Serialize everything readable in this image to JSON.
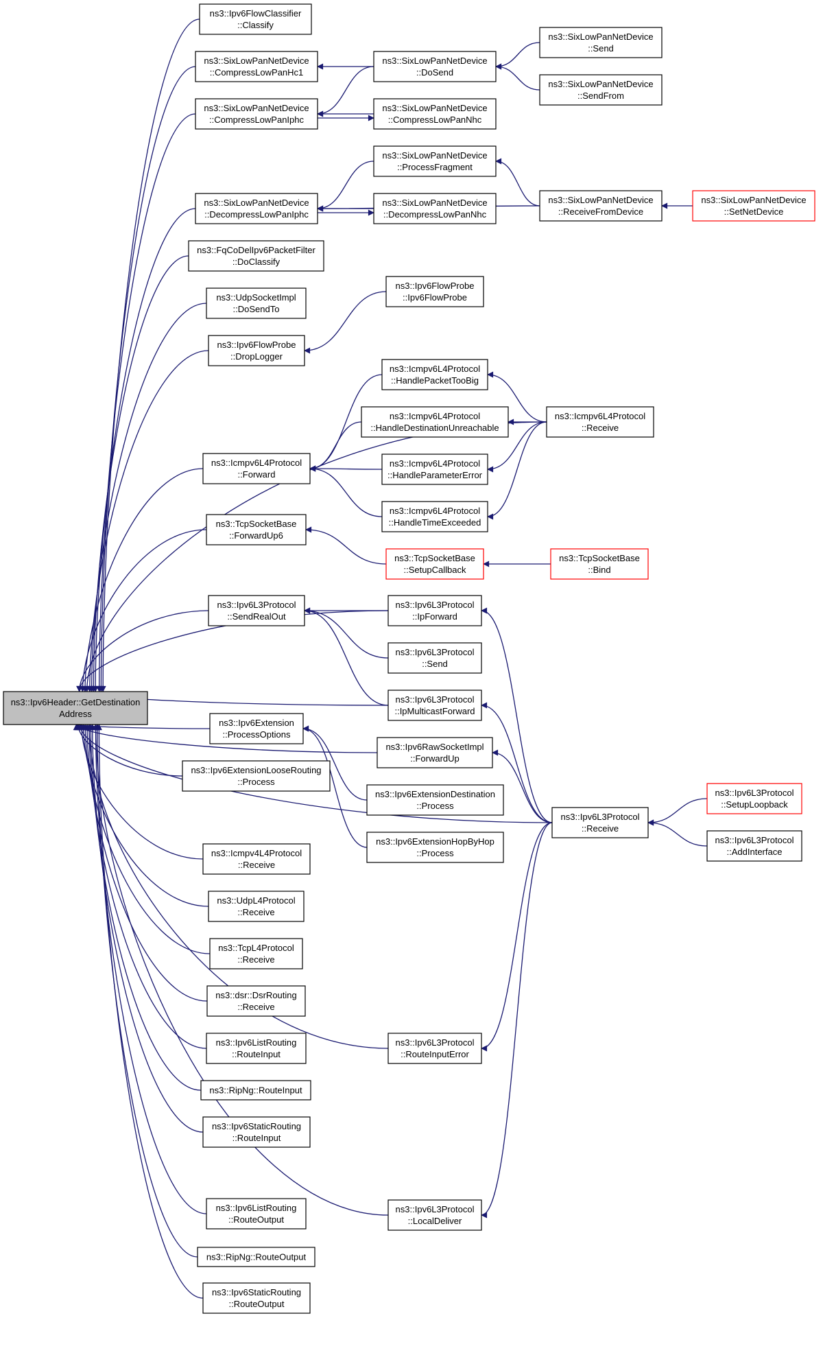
{
  "colors": {
    "edge": "#191970",
    "root_fill": "#bfbfbf",
    "node_border": "#000000",
    "truncated_border": "#ff0000"
  },
  "nodes": [
    {
      "id": "root",
      "lines": [
        "ns3::Ipv6Header::GetDestination",
        "Address"
      ],
      "root": true
    },
    {
      "id": "flowcls",
      "lines": [
        "ns3::Ipv6FlowClassifier",
        "::Classify"
      ]
    },
    {
      "id": "comphc1",
      "lines": [
        "ns3::SixLowPanNetDevice",
        "::CompressLowPanHc1"
      ]
    },
    {
      "id": "compiphc",
      "lines": [
        "ns3::SixLowPanNetDevice",
        "::CompressLowPanIphc"
      ]
    },
    {
      "id": "decompiphc",
      "lines": [
        "ns3::SixLowPanNetDevice",
        "::DecompressLowPanIphc"
      ]
    },
    {
      "id": "fqcodel",
      "lines": [
        "ns3::FqCoDelIpv6PacketFilter",
        "::DoClassify"
      ]
    },
    {
      "id": "udpdosend",
      "lines": [
        "ns3::UdpSocketImpl",
        "::DoSendTo"
      ]
    },
    {
      "id": "droplogger",
      "lines": [
        "ns3::Ipv6FlowProbe",
        "::DropLogger"
      ]
    },
    {
      "id": "icmpfwd",
      "lines": [
        "ns3::Icmpv6L4Protocol",
        "::Forward"
      ]
    },
    {
      "id": "fwdup6",
      "lines": [
        "ns3::TcpSocketBase",
        "::ForwardUp6"
      ]
    },
    {
      "id": "sendrealout",
      "lines": [
        "ns3::Ipv6L3Protocol",
        "::SendRealOut"
      ]
    },
    {
      "id": "procopts",
      "lines": [
        "ns3::Ipv6Extension",
        "::ProcessOptions"
      ]
    },
    {
      "id": "looserouting",
      "lines": [
        "ns3::Ipv6ExtensionLooseRouting",
        "::Process"
      ]
    },
    {
      "id": "icmpv4recv",
      "lines": [
        "ns3::Icmpv4L4Protocol",
        "::Receive"
      ]
    },
    {
      "id": "udprecv",
      "lines": [
        "ns3::UdpL4Protocol",
        "::Receive"
      ]
    },
    {
      "id": "tcprecv",
      "lines": [
        "ns3::TcpL4Protocol",
        "::Receive"
      ]
    },
    {
      "id": "dsrrecv",
      "lines": [
        "ns3::dsr::DsrRouting",
        "::Receive"
      ]
    },
    {
      "id": "listri",
      "lines": [
        "ns3::Ipv6ListRouting",
        "::RouteInput"
      ]
    },
    {
      "id": "ripngri",
      "lines": [
        "ns3::RipNg::RouteInput"
      ]
    },
    {
      "id": "staticri",
      "lines": [
        "ns3::Ipv6StaticRouting",
        "::RouteInput"
      ]
    },
    {
      "id": "listro",
      "lines": [
        "ns3::Ipv6ListRouting",
        "::RouteOutput"
      ]
    },
    {
      "id": "ripngro",
      "lines": [
        "ns3::RipNg::RouteOutput"
      ]
    },
    {
      "id": "staticro",
      "lines": [
        "ns3::Ipv6StaticRouting",
        "::RouteOutput"
      ]
    },
    {
      "id": "dosend",
      "lines": [
        "ns3::SixLowPanNetDevice",
        "::DoSend"
      ]
    },
    {
      "id": "compnhc",
      "lines": [
        "ns3::SixLowPanNetDevice",
        "::CompressLowPanNhc"
      ]
    },
    {
      "id": "procfrag",
      "lines": [
        "ns3::SixLowPanNetDevice",
        "::ProcessFragment"
      ]
    },
    {
      "id": "decompnhc",
      "lines": [
        "ns3::SixLowPanNetDevice",
        "::DecompressLowPanNhc"
      ]
    },
    {
      "id": "flowprobe",
      "lines": [
        "ns3::Ipv6FlowProbe",
        "::Ipv6FlowProbe"
      ]
    },
    {
      "id": "pkttoobig",
      "lines": [
        "ns3::Icmpv6L4Protocol",
        "::HandlePacketTooBig"
      ]
    },
    {
      "id": "destunreach",
      "lines": [
        "ns3::Icmpv6L4Protocol",
        "::HandleDestinationUnreachable"
      ]
    },
    {
      "id": "paramerr",
      "lines": [
        "ns3::Icmpv6L4Protocol",
        "::HandleParameterError"
      ]
    },
    {
      "id": "timeexc",
      "lines": [
        "ns3::Icmpv6L4Protocol",
        "::HandleTimeExceeded"
      ]
    },
    {
      "id": "setupcb",
      "lines": [
        "ns3::TcpSocketBase",
        "::SetupCallback"
      ],
      "truncated": true
    },
    {
      "id": "ipforward",
      "lines": [
        "ns3::Ipv6L3Protocol",
        "::IpForward"
      ]
    },
    {
      "id": "l3send",
      "lines": [
        "ns3::Ipv6L3Protocol",
        "::Send"
      ]
    },
    {
      "id": "ipmcast",
      "lines": [
        "ns3::Ipv6L3Protocol",
        "::IpMulticastForward"
      ]
    },
    {
      "id": "rawfwdup",
      "lines": [
        "ns3::Ipv6RawSocketImpl",
        "::ForwardUp"
      ]
    },
    {
      "id": "extdest",
      "lines": [
        "ns3::Ipv6ExtensionDestination",
        "::Process"
      ]
    },
    {
      "id": "exthbh",
      "lines": [
        "ns3::Ipv6ExtensionHopByHop",
        "::Process"
      ]
    },
    {
      "id": "routeinerr",
      "lines": [
        "ns3::Ipv6L3Protocol",
        "::RouteInputError"
      ]
    },
    {
      "id": "localdeliver",
      "lines": [
        "ns3::Ipv6L3Protocol",
        "::LocalDeliver"
      ]
    },
    {
      "id": "send",
      "lines": [
        "ns3::SixLowPanNetDevice",
        "::Send"
      ]
    },
    {
      "id": "sendfrom",
      "lines": [
        "ns3::SixLowPanNetDevice",
        "::SendFrom"
      ]
    },
    {
      "id": "recvfromdev",
      "lines": [
        "ns3::SixLowPanNetDevice",
        "::ReceiveFromDevice"
      ]
    },
    {
      "id": "icmpv6recv",
      "lines": [
        "ns3::Icmpv6L4Protocol",
        "::Receive"
      ]
    },
    {
      "id": "tcpbind",
      "lines": [
        "ns3::TcpSocketBase",
        "::Bind"
      ],
      "truncated": true
    },
    {
      "id": "l3recv",
      "lines": [
        "ns3::Ipv6L3Protocol",
        "::Receive"
      ]
    },
    {
      "id": "setnetdev",
      "lines": [
        "ns3::SixLowPanNetDevice",
        "::SetNetDevice"
      ],
      "truncated": true
    },
    {
      "id": "setuploop",
      "lines": [
        "ns3::Ipv6L3Protocol",
        "::SetupLoopback"
      ],
      "truncated": true
    },
    {
      "id": "addiface",
      "lines": [
        "ns3::Ipv6L3Protocol",
        "::AddInterface"
      ]
    }
  ],
  "edges": [
    [
      "flowcls",
      "root"
    ],
    [
      "comphc1",
      "root"
    ],
    [
      "compiphc",
      "root"
    ],
    [
      "decompiphc",
      "root"
    ],
    [
      "fqcodel",
      "root"
    ],
    [
      "udpdosend",
      "root"
    ],
    [
      "droplogger",
      "root"
    ],
    [
      "icmpfwd",
      "root"
    ],
    [
      "fwdup6",
      "root"
    ],
    [
      "sendrealout",
      "root"
    ],
    [
      "procopts",
      "root"
    ],
    [
      "looserouting",
      "root"
    ],
    [
      "icmpv4recv",
      "root"
    ],
    [
      "udprecv",
      "root"
    ],
    [
      "tcprecv",
      "root"
    ],
    [
      "dsrrecv",
      "root"
    ],
    [
      "listri",
      "root"
    ],
    [
      "ripngri",
      "root"
    ],
    [
      "staticri",
      "root"
    ],
    [
      "listro",
      "root"
    ],
    [
      "ripngro",
      "root"
    ],
    [
      "staticro",
      "root"
    ],
    [
      "ipforward",
      "root"
    ],
    [
      "ipmcast",
      "root"
    ],
    [
      "rawfwdup",
      "root"
    ],
    [
      "icmpv6recv",
      "root"
    ],
    [
      "routeinerr",
      "root"
    ],
    [
      "localdeliver",
      "root"
    ],
    [
      "l3recv",
      "root"
    ],
    [
      "dosend",
      "comphc1"
    ],
    [
      "dosend",
      "compiphc"
    ],
    [
      "compnhc",
      "compiphc"
    ],
    [
      "compiphc",
      "compnhc"
    ],
    [
      "send",
      "dosend"
    ],
    [
      "sendfrom",
      "dosend"
    ],
    [
      "procfrag",
      "decompiphc"
    ],
    [
      "decompnhc",
      "decompiphc"
    ],
    [
      "decompiphc",
      "decompnhc"
    ],
    [
      "recvfromdev",
      "decompiphc"
    ],
    [
      "recvfromdev",
      "procfrag"
    ],
    [
      "setnetdev",
      "recvfromdev"
    ],
    [
      "flowprobe",
      "droplogger"
    ],
    [
      "pkttoobig",
      "icmpfwd"
    ],
    [
      "destunreach",
      "icmpfwd"
    ],
    [
      "paramerr",
      "icmpfwd"
    ],
    [
      "timeexc",
      "icmpfwd"
    ],
    [
      "icmpv6recv",
      "pkttoobig"
    ],
    [
      "icmpv6recv",
      "destunreach"
    ],
    [
      "icmpv6recv",
      "paramerr"
    ],
    [
      "icmpv6recv",
      "timeexc"
    ],
    [
      "setupcb",
      "fwdup6"
    ],
    [
      "tcpbind",
      "setupcb"
    ],
    [
      "ipforward",
      "sendrealout"
    ],
    [
      "l3send",
      "sendrealout"
    ],
    [
      "ipmcast",
      "sendrealout"
    ],
    [
      "extdest",
      "procopts"
    ],
    [
      "exthbh",
      "procopts"
    ],
    [
      "l3recv",
      "ipforward"
    ],
    [
      "l3recv",
      "ipmcast"
    ],
    [
      "l3recv",
      "rawfwdup"
    ],
    [
      "l3recv",
      "routeinerr"
    ],
    [
      "l3recv",
      "localdeliver"
    ],
    [
      "setuploop",
      "l3recv"
    ],
    [
      "addiface",
      "l3recv"
    ]
  ]
}
